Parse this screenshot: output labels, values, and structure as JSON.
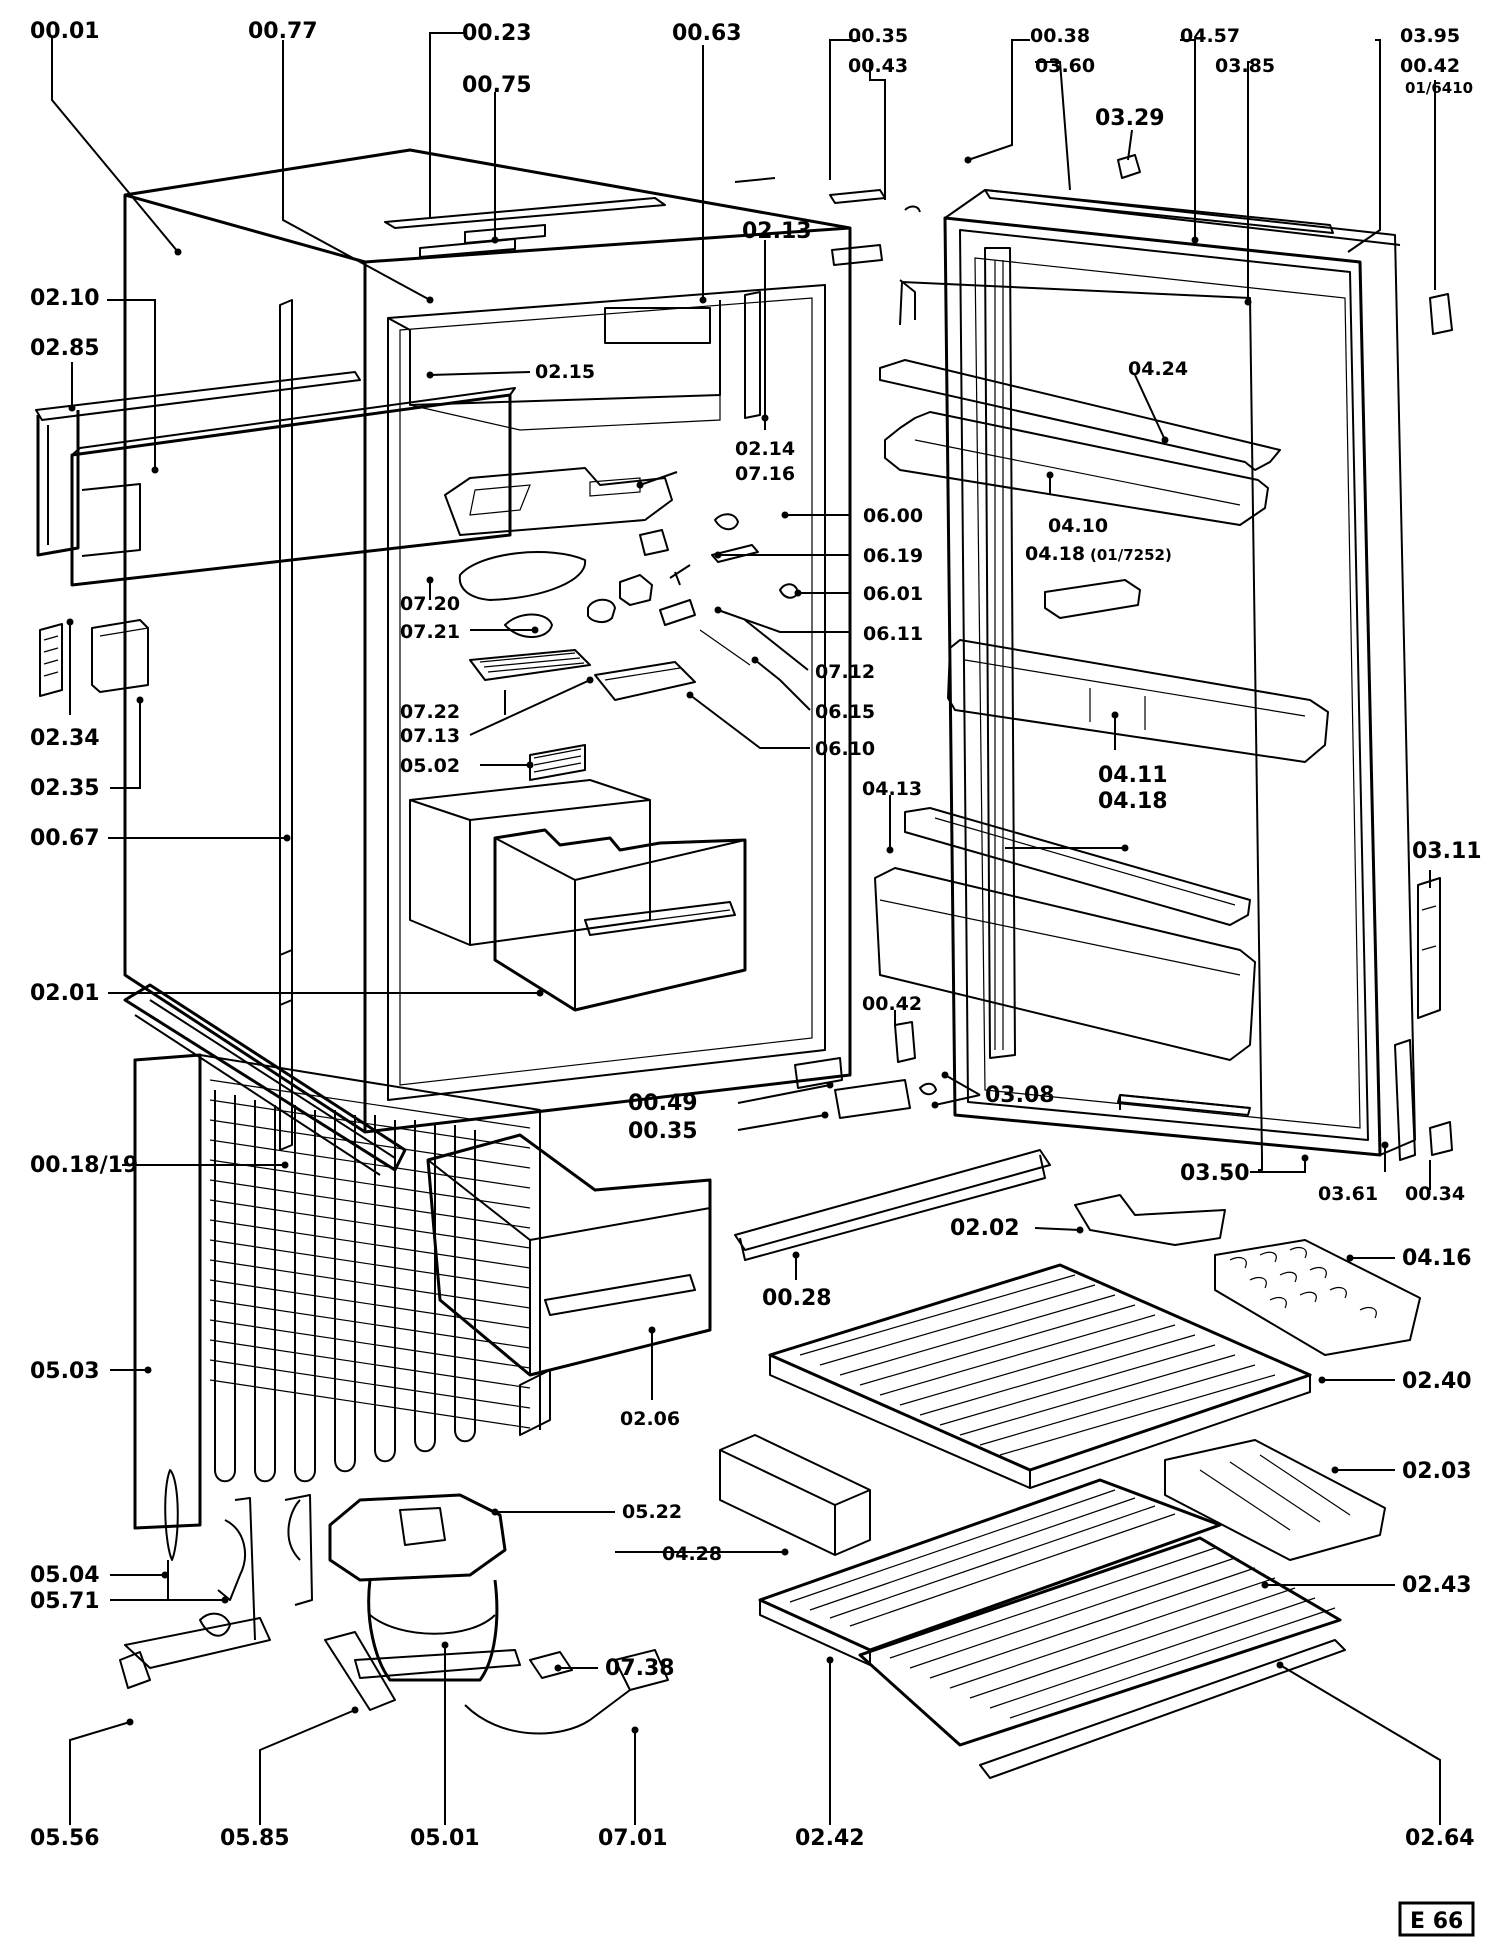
{
  "diagram": {
    "ref_code": "E 66",
    "labels": {
      "p0001": "00.01",
      "p0077": "00.77",
      "p0023": "00.23",
      "p0075": "00.75",
      "p0063": "00.63",
      "p0035a": "00.35",
      "p0043": "00.43",
      "p0038": "00.38",
      "p0360": "03.60",
      "p0457": "04.57",
      "p0385": "03.85",
      "p0395": "03.95",
      "p0042a": "00.42",
      "p6410": "01/6410",
      "p0329": "03.29",
      "p0213": "02.13",
      "p0210": "02.10",
      "p0285": "02.85",
      "p0215": "02.15",
      "p0214": "02.14",
      "p0716": "07.16",
      "p0600": "06.00",
      "p0619": "06.19",
      "p0601": "06.01",
      "p0611": "06.11",
      "p0712": "07.12",
      "p0615": "06.15",
      "p0610": "06.10",
      "p0720": "07.20",
      "p0721": "07.21",
      "p0722": "07.22",
      "p0713": "07.13",
      "p0502": "05.02",
      "p0234": "02.34",
      "p0235": "02.35",
      "p0067": "00.67",
      "p0201": "02.01",
      "p0424": "04.24",
      "p0410": "04.10",
      "p0418a": "04.18",
      "p7252": "(01/7252)",
      "p0411": "04.11",
      "p0418b": "04.18",
      "p0413": "04.13",
      "p0311": "03.11",
      "p0042b": "00.42",
      "p0049": "00.49",
      "p0035b": "00.35",
      "p0308": "03.08",
      "p0350": "03.50",
      "p0361": "03.61",
      "p0034": "00.34",
      "p001819": "00.18/19",
      "p0202": "02.02",
      "p0416": "04.16",
      "p0028": "00.28",
      "p0503": "05.03",
      "p0206": "02.06",
      "p0240": "02.40",
      "p0203": "02.03",
      "p0522": "05.22",
      "p0428": "04.28",
      "p0243": "02.43",
      "p0504": "05.04",
      "p0571": "05.71",
      "p0738": "07.38",
      "p0556": "05.56",
      "p0585": "05.85",
      "p0501": "05.01",
      "p0701": "07.01",
      "p0242": "02.42",
      "p0264": "02.64"
    }
  }
}
